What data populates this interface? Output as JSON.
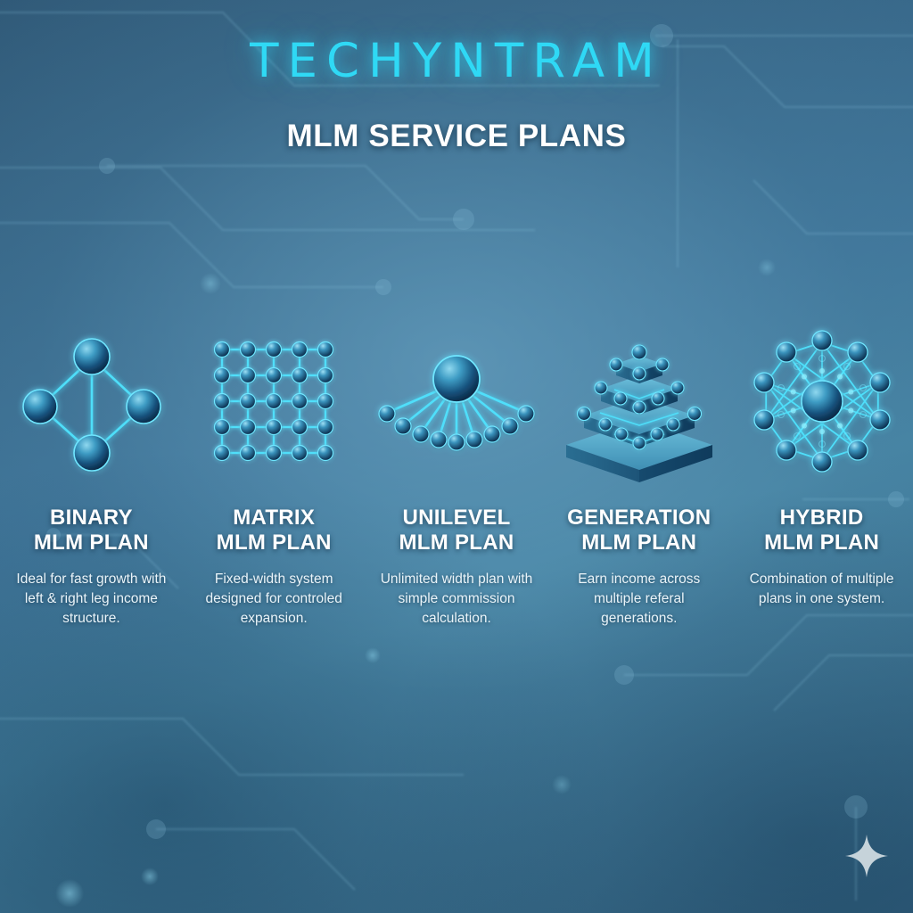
{
  "header": {
    "brand": "TECHYNTRAM",
    "subtitle": "MLM SERVICE PLANS"
  },
  "colors": {
    "brand_cyan": "#2fd9f5",
    "node_cyan": "#3fe0fa",
    "sphere_dark": "#123a5c",
    "sphere_light": "#58b6d8",
    "text_white": "#ffffff",
    "bg_top": "#2d5573",
    "bg_mid": "#43809f",
    "bg_bottom": "#33617f"
  },
  "plans": [
    {
      "icon": "binary-diamond-network-icon",
      "title_line1": "BINARY",
      "title_line2": "MLM PLAN",
      "description": "Ideal for fast growth with left & right leg income structure."
    },
    {
      "icon": "matrix-grid-network-icon",
      "title_line1": "MATRIX",
      "title_line2": "MLM PLAN",
      "description": "Fixed-width system designed for controled expansion."
    },
    {
      "icon": "unilevel-fan-network-icon",
      "title_line1": "UNILEVEL",
      "title_line2": "MLM PLAN",
      "description": "Unlimited width plan with simple commission calculation."
    },
    {
      "icon": "generation-pyramid-icon",
      "title_line1": "GENERATION",
      "title_line2": "MLM PLAN",
      "description": "Earn income across multiple referal generations."
    },
    {
      "icon": "hybrid-starburst-network-icon",
      "title_line1": "HYBRID",
      "title_line2": "MLM PLAN",
      "description": "Combination of multiple plans in one system."
    }
  ],
  "decor": {
    "sparkle": "four-point-sparkle-icon"
  }
}
